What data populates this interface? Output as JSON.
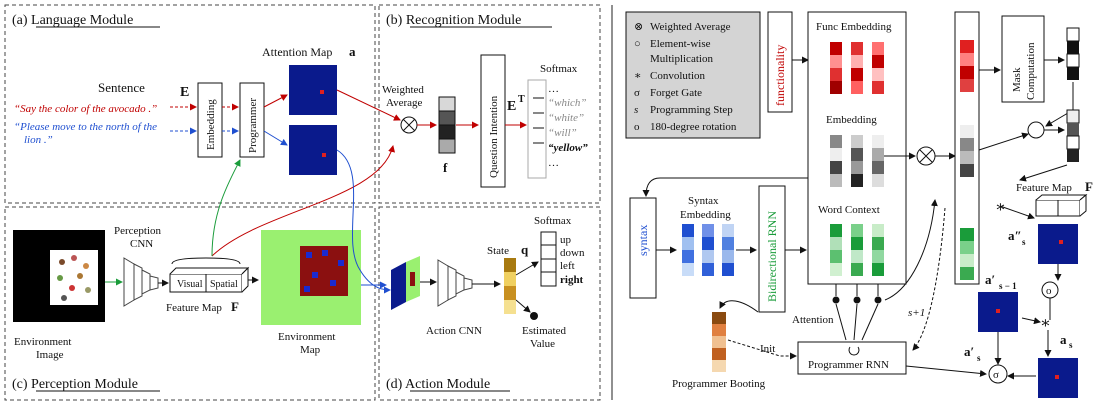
{
  "left": {
    "language_module": "(a) Language Module",
    "recognition_module": "(b) Recognition Module",
    "perception_module": "(c) Perception Module",
    "action_module": "(d) Action Module",
    "sentence": "Sentence",
    "sentence_1": "“Say the color of the avocado .”",
    "sentence_2a": "“Please move to the north of the",
    "sentence_2b": "lion .”",
    "E": "E",
    "embedding": "Embedding",
    "programmer": "Programmer",
    "attention_map": "Attention  Map",
    "a_bold": "a",
    "weighted_avg_1": "Weighted",
    "weighted_avg_2": "Average",
    "f": "f",
    "question_intention": "Question Intention",
    "ET": "E",
    "T": "T",
    "softmax_top": "Softmax",
    "softmax_items": [
      "…",
      "“which”",
      "“white”",
      "“will”",
      "“yellow”",
      "…"
    ],
    "perception_cnn_1": "Perception",
    "perception_cnn_2": "CNN",
    "visual": "Visual",
    "spatial": "Spatial",
    "feature_map": "Feature Map",
    "F": "F",
    "env_image_1": "Environment",
    "env_image_2": "Image",
    "env_map_1": "Environment",
    "env_map_2": "Map",
    "state": "State",
    "q": "q",
    "softmax_bottom": "Softmax",
    "actions": [
      "up",
      "down",
      "left",
      "right"
    ],
    "action_cnn": "Action CNN",
    "estimated_1": "Estimated",
    "estimated_2": "Value"
  },
  "right": {
    "legend": [
      {
        "sym": "⊗",
        "text": "Weighted Average"
      },
      {
        "sym": "○",
        "text": "Element-wise"
      },
      {
        "sym": "",
        "text": "Multiplication"
      },
      {
        "sym": "∗",
        "text": "Convolution"
      },
      {
        "sym": "σ",
        "text": "Forget Gate"
      },
      {
        "sym": "s",
        "text": "Programming Step"
      },
      {
        "sym": "o",
        "text": "180-degree rotation"
      }
    ],
    "functionality": "functionality",
    "func_embedding": "Func Embedding",
    "mask_1": "Mask",
    "mask_2": "Computation",
    "embedding": "Embedding",
    "syntax": "syntax",
    "syntax_emb_1": "Syntax",
    "syntax_emb_2": "Embedding",
    "bidirectional": "Bidirectional RNN",
    "word_context": "Word Context",
    "feature_map": "Feature Map",
    "F": "F",
    "attention": "Attention",
    "s_plus_1": "s+1",
    "init": "Init",
    "programmer_rnn": "Programmer RNN",
    "programmer_booting": "Programmer Booting",
    "a_s_pp": "a″",
    "a_s_prev": "a′",
    "a_s_p": "a′",
    "a_s": "a",
    "sub_s": "s",
    "sub_s_1": "s − 1",
    "star": "∗",
    "sigma": "σ",
    "o": "o",
    "colors": {
      "red": "#c00000",
      "blue": "#1f4fd0",
      "green": "#1a9c3a",
      "navy": "#0a1a8c",
      "purple": "#3030c8"
    }
  }
}
